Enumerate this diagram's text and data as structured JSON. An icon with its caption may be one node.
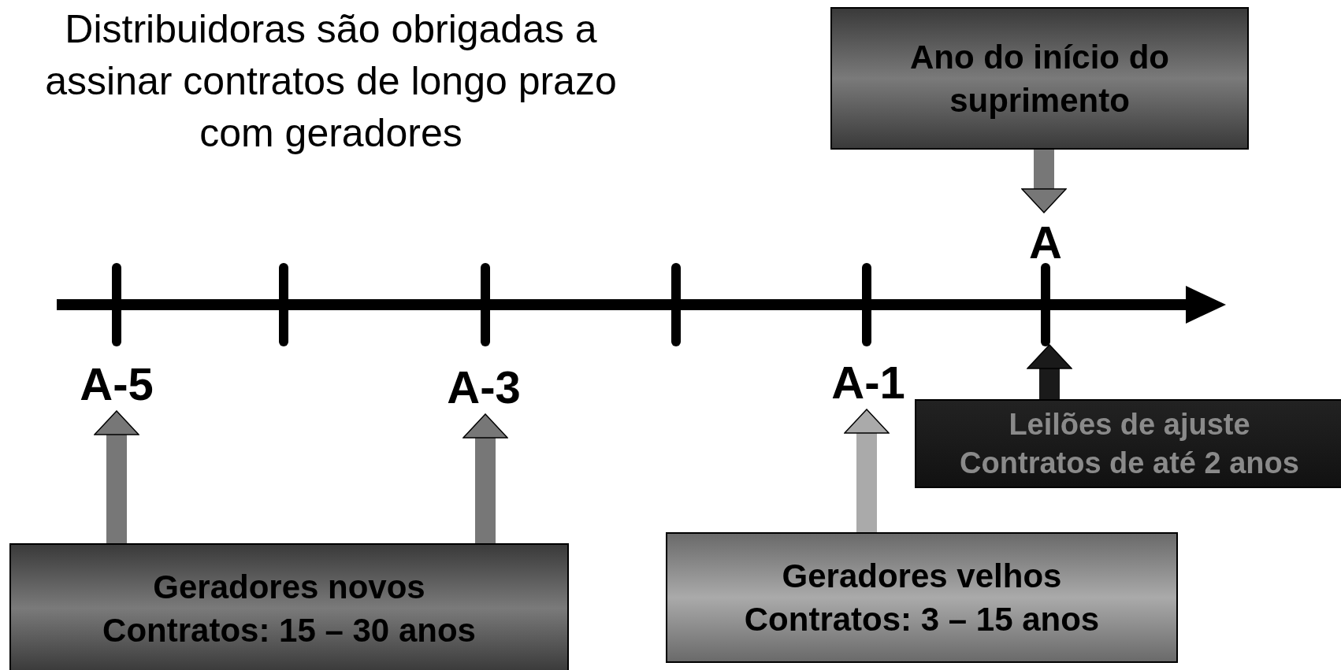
{
  "diagram": {
    "title": "Distribuidoras são obrigadas a assinar contratos de longo prazo com geradores",
    "nodes": [
      {
        "text": [
          "Ano do início do suprimento"
        ]
      },
      {
        "text": [
          "A"
        ]
      },
      {
        "text": [
          "A-5"
        ]
      },
      {
        "text": [
          "A-3"
        ]
      },
      {
        "text": [
          "A-1"
        ]
      },
      {
        "text": [
          "Geradores novos",
          "Contratos: 15 – 30 anos"
        ]
      },
      {
        "text": [
          "Geradores velhos",
          "Contratos: 3 – 15 anos"
        ]
      },
      {
        "text": [
          "Leilões de ajuste",
          "Contratos de até 2 anos"
        ]
      }
    ],
    "edges": [
      {
        "from": 0,
        "to": 1,
        "arrow": "to"
      },
      {
        "from": 5,
        "to": 2,
        "arrow": "to"
      },
      {
        "from": 5,
        "to": 3,
        "arrow": "to"
      },
      {
        "from": 6,
        "to": 4,
        "arrow": "to",
        "color": "#aaaaaa"
      },
      {
        "from": 7,
        "to": 1,
        "arrow": "to",
        "color": "#1a1a1a"
      }
    ]
  }
}
